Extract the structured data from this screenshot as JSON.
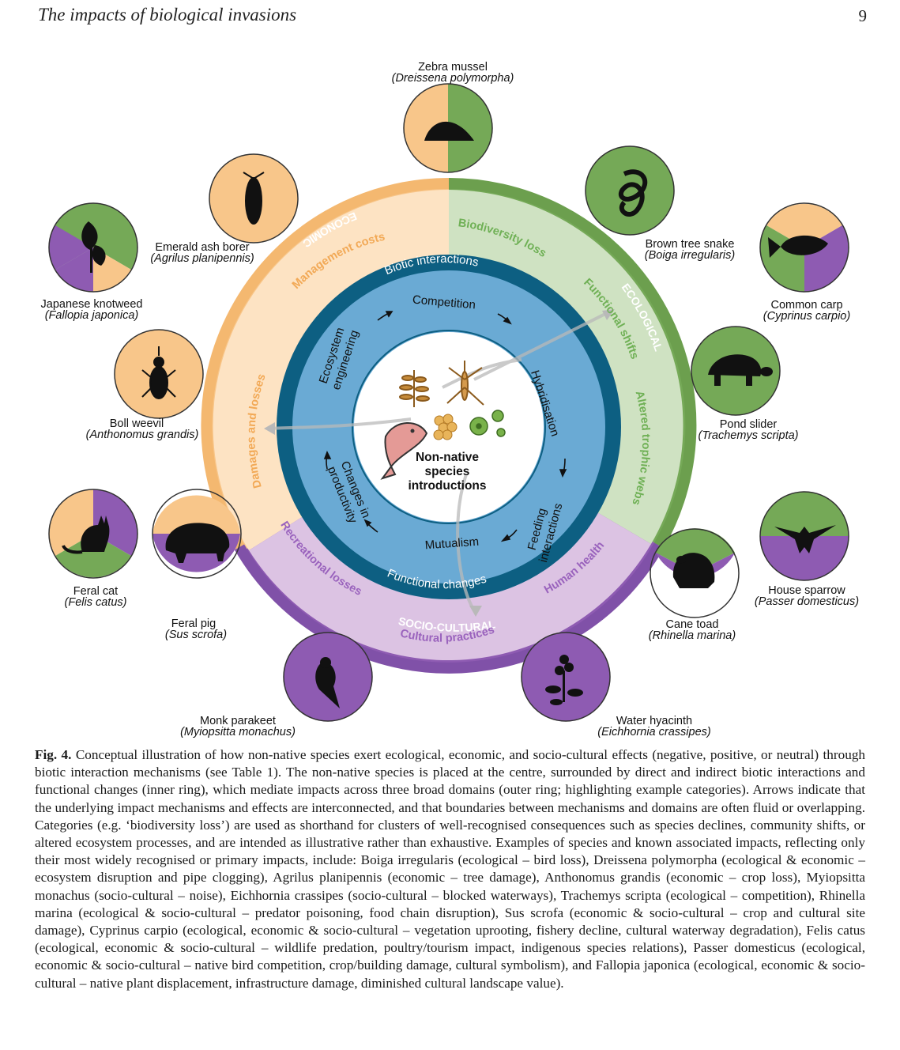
{
  "header": {
    "title": "The impacts of biological invasions",
    "page_number": "9"
  },
  "figure": {
    "center_label": [
      "Non-native",
      "species",
      "introductions"
    ],
    "inner_ring": {
      "top_label": "Biotic interactions",
      "bottom_label": "Functional changes",
      "mechanisms": {
        "competition": "Competition",
        "hybridisation": "Hybridisation",
        "feeding": [
          "Feeding",
          "interactions"
        ],
        "mutualism": "Mutualism",
        "productivity": [
          "Changes in",
          "productivity"
        ],
        "engineering": [
          "Ecosystem",
          "engineering"
        ]
      }
    },
    "domains": {
      "economic": "ECONOMIC",
      "ecological": "ECOLOGICAL",
      "socio_cultural": "SOCIO-CULTURAL"
    },
    "categories": {
      "management_costs": "Management costs",
      "damages_losses": "Damages and losses",
      "biodiversity_loss": "Biodiversity loss",
      "functional_shifts": "Functional shifts",
      "altered_trophic_webs": "Altered trophic webs",
      "recreational_losses": "Recreational losses",
      "cultural_practices": "Cultural practices",
      "human_health": "Human health"
    },
    "colors": {
      "economic": "#f8c68a",
      "economic_light": "#fde3c3",
      "ecological": "#75a957",
      "ecological_light": "#cfe2c2",
      "socio_cultural": "#8e5bb2",
      "socio_cultural_light": "#dcc3e3",
      "inner_blue": "#6aaad4",
      "inner_dark": "#0d5f82"
    },
    "species": {
      "zebra_mussel": {
        "name": "Zebra mussel",
        "sci": "(Dreissena polymorpha)",
        "icon": "mussel-icon"
      },
      "emerald_ash_borer": {
        "name": "Emerald ash borer",
        "sci": "(Agrilus planipennis)",
        "icon": "beetle-icon"
      },
      "japanese_knotweed": {
        "name": "Japanese knotweed",
        "sci": "(Fallopia japonica)",
        "icon": "plant-icon"
      },
      "boll_weevil": {
        "name": "Boll weevil",
        "sci": "(Anthonomus grandis)",
        "icon": "weevil-icon"
      },
      "feral_cat": {
        "name": "Feral cat",
        "sci": "(Felis catus)",
        "icon": "cat-icon"
      },
      "feral_pig": {
        "name": "Feral pig",
        "sci": "(Sus scrofa)",
        "icon": "pig-icon"
      },
      "monk_parakeet": {
        "name": "Monk parakeet",
        "sci": "(Myiopsitta monachus)",
        "icon": "parakeet-icon"
      },
      "water_hyacinth": {
        "name": "Water hyacinth",
        "sci": "(Eichhornia crassipes)",
        "icon": "hyacinth-icon"
      },
      "cane_toad": {
        "name": "Cane toad",
        "sci": "(Rhinella marina)",
        "icon": "toad-icon"
      },
      "house_sparrow": {
        "name": "House sparrow",
        "sci": "(Passer domesticus)",
        "icon": "sparrow-icon"
      },
      "pond_slider": {
        "name": "Pond slider",
        "sci": "(Trachemys scripta)",
        "icon": "turtle-icon"
      },
      "common_carp": {
        "name": "Common carp",
        "sci": "(Cyprinus carpio)",
        "icon": "carp-icon"
      },
      "brown_tree_snake": {
        "name": "Brown tree snake",
        "sci": "(Boiga irregularis)",
        "icon": "snake-icon"
      }
    }
  },
  "caption": {
    "label": "Fig. 4.",
    "text": "Conceptual illustration of how non-native species exert ecological, economic, and socio-cultural effects (negative, positive, or neutral) through biotic interaction mechanisms (see Table 1). The non-native species is placed at the centre, surrounded by direct and indirect biotic interactions and functional changes (inner ring), which mediate impacts across three broad domains (outer ring; highlighting example categories). Arrows indicate that the underlying impact mechanisms and effects are interconnected, and that boundaries between mechanisms and domains are often fluid or overlapping. Categories (e.g. ‘biodiversity loss’) are used as shorthand for clusters of well-recognised consequences such as species declines, community shifts, or altered ecosystem processes, and are intended as illustrative rather than exhaustive. Examples of species and known associated impacts, reflecting only their most widely recognised or primary impacts, include: Boiga irregularis (ecological – bird loss), Dreissena polymorpha (ecological & economic – ecosystem disruption and pipe clogging), Agrilus planipennis (economic – tree damage), Anthonomus grandis (economic – crop loss), Myiopsitta monachus (socio-cultural – noise), Eichhornia crassipes (socio-cultural – blocked waterways), Trachemys scripta (ecological – competition), Rhinella marina (ecological & socio-cultural – predator poisoning, food chain disruption), Sus scrofa (economic & socio-cultural – crop and cultural site damage), Cyprinus carpio (ecological, economic & socio-cultural – vegetation uprooting, fishery decline, cultural waterway degradation), Felis catus (ecological, economic & socio-cultural – wildlife predation, poultry/tourism impact, indigenous species relations), Passer domesticus (ecological, economic & socio-cultural – native bird competition, crop/building damage, cultural symbolism), and Fallopia japonica (ecological, economic & socio-cultural – native plant displacement, infrastructure damage, diminished cultural landscape value)."
  }
}
